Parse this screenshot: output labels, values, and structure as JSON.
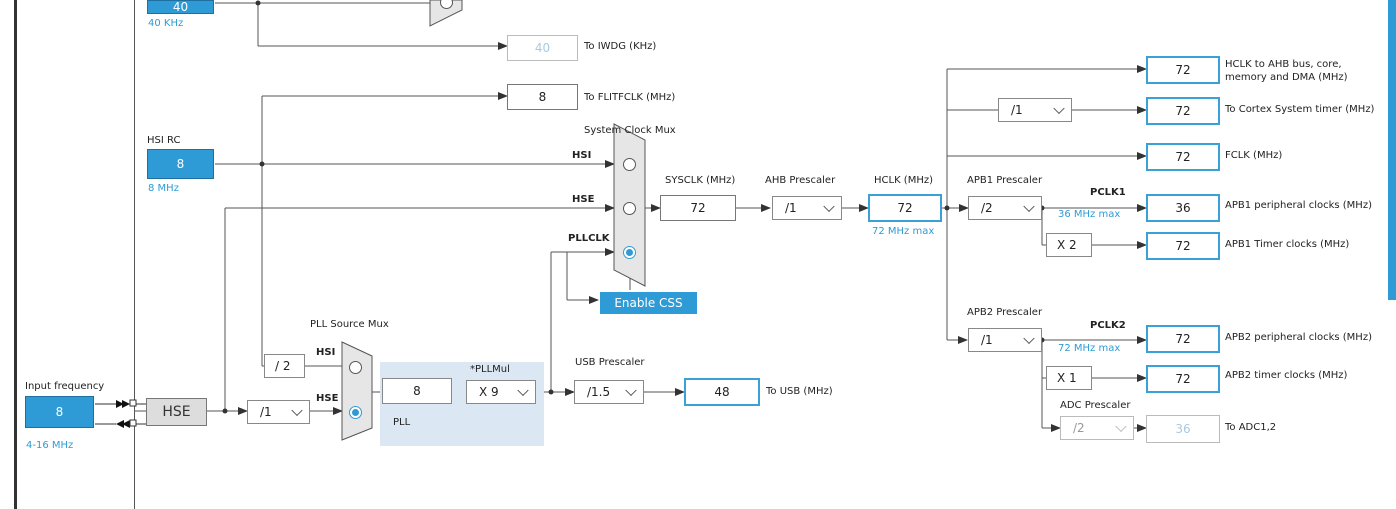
{
  "lse": {
    "value": "40",
    "freq": "40 KHz"
  },
  "iwdg": {
    "value": "40",
    "label": "To IWDG (KHz)"
  },
  "flitf": {
    "value": "8",
    "label": "To FLITFCLK (MHz)"
  },
  "hsi": {
    "title": "HSI RC",
    "value": "8",
    "freq": "8 MHz"
  },
  "sysmux": {
    "title": "System Clock Mux",
    "hsi": "HSI",
    "hse": "HSE",
    "pllclk": "PLLCLK",
    "selected": "PLLCLK"
  },
  "enable_css": "Enable CSS",
  "sysclk": {
    "title": "SYSCLK (MHz)",
    "value": "72"
  },
  "ahb": {
    "title": "AHB Prescaler",
    "value": "/1"
  },
  "hclk": {
    "title": "HCLK (MHz)",
    "value": "72",
    "max": "72 MHz max"
  },
  "hclk_ahb": {
    "value": "72",
    "label_line1": "HCLK to AHB bus, core,",
    "label_line2": "memory and DMA (MHz)"
  },
  "cortex": {
    "div": "/1",
    "value": "72",
    "label": "To Cortex System timer (MHz)"
  },
  "fclk": {
    "value": "72",
    "label": "FCLK (MHz)"
  },
  "apb1": {
    "title": "APB1 Prescaler",
    "value": "/2",
    "pclk": "PCLK1",
    "max": "36 MHz max",
    "periph_value": "36",
    "periph_label": "APB1 peripheral clocks (MHz)",
    "mult": "X 2",
    "timer_value": "72",
    "timer_label": "APB1 Timer clocks (MHz)"
  },
  "apb2": {
    "title": "APB2 Prescaler",
    "value": "/1",
    "pclk": "PCLK2",
    "max": "72 MHz max",
    "periph_value": "72",
    "periph_label": "APB2 peripheral clocks (MHz)",
    "mult": "X 1",
    "timer_value": "72",
    "timer_label": "APB2 timer clocks (MHz)"
  },
  "adc": {
    "title": "ADC Prescaler",
    "value": "/2",
    "output": "36",
    "label": "To ADC1,2"
  },
  "pllsrc": {
    "title": "PLL Source Mux",
    "div2": "/ 2",
    "hsi": "HSI",
    "hse": "HSE",
    "selected": "HSE"
  },
  "pll": {
    "label": "PLL",
    "value": "8",
    "mul_title": "*PLLMul",
    "mul": "X 9"
  },
  "usb": {
    "title": "USB Prescaler",
    "value": "/1.5",
    "output": "48",
    "label": "To USB (MHz)"
  },
  "input": {
    "title": "Input frequency",
    "value": "8",
    "range": "4-16 MHz"
  },
  "hse": {
    "label": "HSE",
    "prediv": "/1"
  },
  "colors": {
    "accent": "#2e9bd6",
    "pll_bg": "#dbe8f4"
  }
}
